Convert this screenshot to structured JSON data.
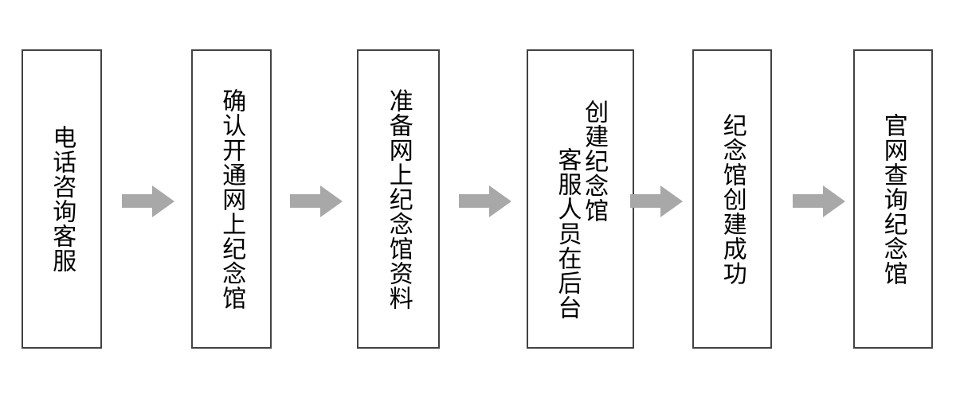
{
  "diagram": {
    "type": "flowchart",
    "orientation": "horizontal-left-to-right",
    "background_color": "#ffffff",
    "box_border_color": "#424242",
    "box_fill_color": "#ffffff",
    "arrow_color": "#a8a8a8",
    "text_color": "#000000",
    "text_direction": "vertical-right-to-left",
    "nodes": [
      {
        "id": "node-1",
        "index": 1,
        "columns": [
          "电话咨询客服"
        ],
        "full_text": "电话咨询客服"
      },
      {
        "id": "node-2",
        "index": 2,
        "columns": [
          "确认开通网上纪念馆"
        ],
        "full_text": "确认开通网上纪念馆"
      },
      {
        "id": "node-3",
        "index": 3,
        "columns": [
          "准备网上纪念馆资料"
        ],
        "full_text": "准备网上纪念馆资料"
      },
      {
        "id": "node-4",
        "index": 4,
        "columns": [
          "创建纪念馆",
          "客服人员在后台"
        ],
        "full_text": "客服人员在后台创建纪念馆"
      },
      {
        "id": "node-5",
        "index": 5,
        "columns": [
          "纪念馆创建成功"
        ],
        "full_text": "纪念馆创建成功"
      },
      {
        "id": "node-6",
        "index": 6,
        "columns": [
          "官网查询纪念馆"
        ],
        "full_text": "官网查询纪念馆"
      }
    ],
    "connectors": [
      {
        "id": "arrow-1",
        "from": "node-1",
        "to": "node-2",
        "glyph": "right-arrow"
      },
      {
        "id": "arrow-2",
        "from": "node-2",
        "to": "node-3",
        "glyph": "right-arrow"
      },
      {
        "id": "arrow-3",
        "from": "node-3",
        "to": "node-4",
        "glyph": "right-arrow"
      },
      {
        "id": "arrow-4",
        "from": "node-4",
        "to": "node-5",
        "glyph": "right-arrow"
      },
      {
        "id": "arrow-5",
        "from": "node-5",
        "to": "node-6",
        "glyph": "right-arrow"
      }
    ]
  }
}
